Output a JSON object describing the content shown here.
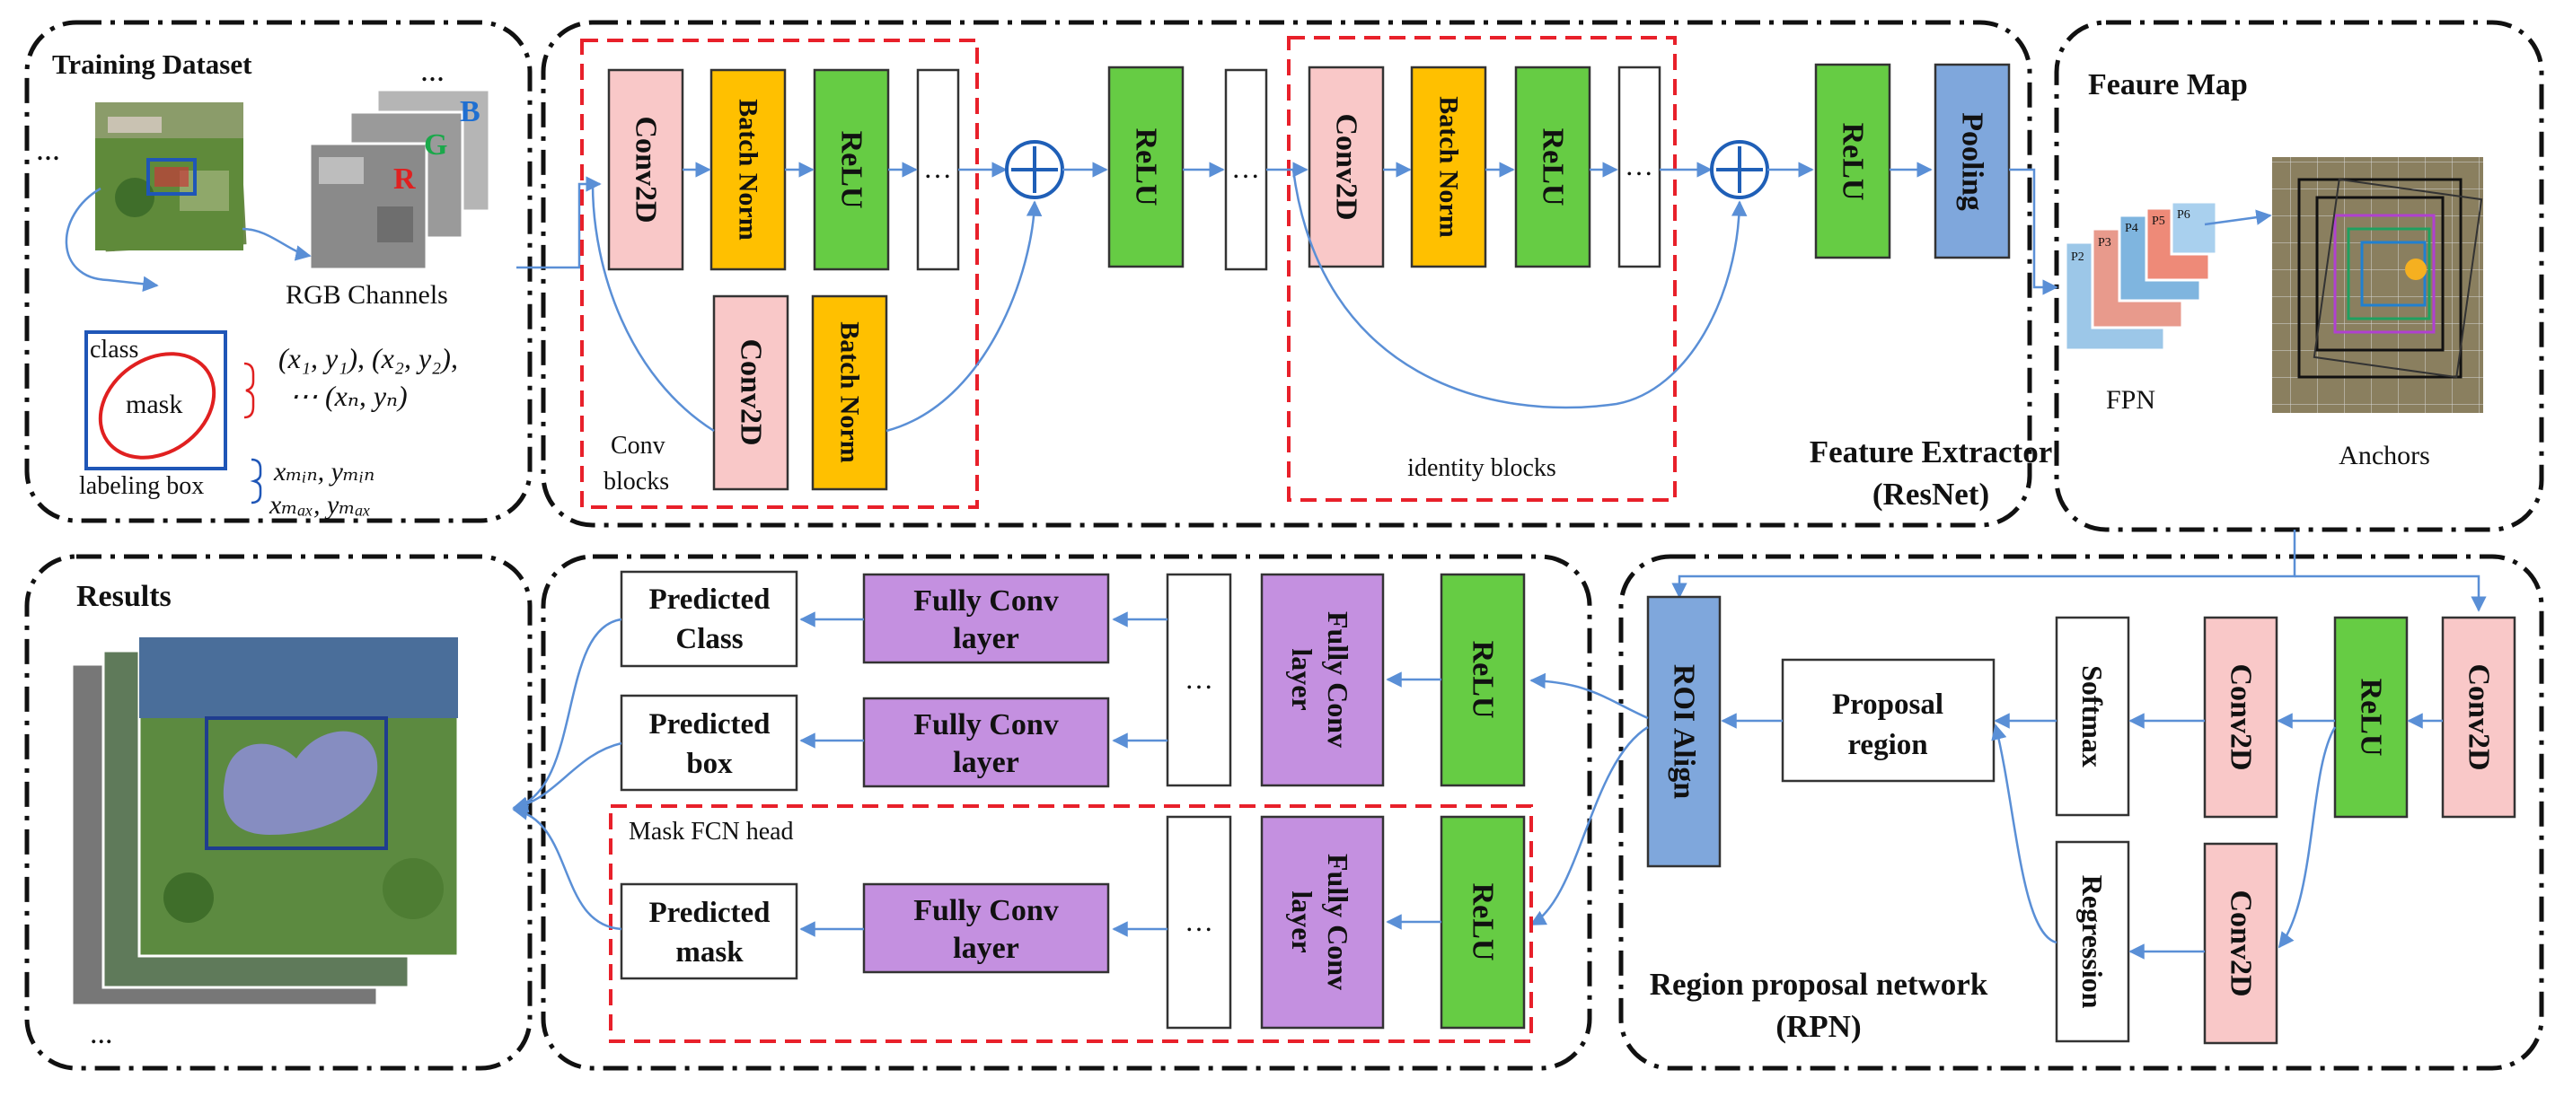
{
  "panels": {
    "training_dataset": "Training Dataset",
    "feature_map": "Feaure Map",
    "results": "Results",
    "feature_extractor": "Feature Extractor",
    "feature_extractor_sub": "(ResNet)",
    "rpn": "Region proposal network",
    "rpn_sub": "(RPN)"
  },
  "dataset": {
    "ellipsis_top": "...",
    "ellipsis_left": "...",
    "channel_r": "R",
    "channel_g": "G",
    "channel_b": "B",
    "rgb_channels": "RGB Channels",
    "class": "class",
    "mask": "mask",
    "labeling_box": "labeling box",
    "mask_coords_line1": "(x₁, y₁), (x₂, y₂),",
    "mask_coords_line2": "⋯ (xₙ, yₙ)",
    "box_coords_line1": "xₘᵢₙ, yₘᵢₙ",
    "box_coords_line2": "xₘₐₓ, yₘₐₓ"
  },
  "extractor": {
    "conv2d": "Conv2D",
    "batch_norm": "Batch Norm",
    "relu": "ReLU",
    "pooling": "Pooling",
    "ellipsis": "…",
    "conv_blocks": "Conv\nblocks",
    "identity_blocks": "identity blocks"
  },
  "feature_map": {
    "fpn": "FPN",
    "anchors": "Anchors",
    "pyramid_levels": [
      "P2",
      "P3",
      "P4",
      "P5",
      "P6"
    ]
  },
  "rpn": {
    "conv2d": "Conv2D",
    "relu": "ReLU",
    "softmax": "Softmax",
    "regression": "Regression",
    "proposal_line1": "Proposal",
    "proposal_line2": "region",
    "roi_align": "ROI Align"
  },
  "heads": {
    "relu": "ReLU",
    "fully_conv_rot_line1": "Fully Conv",
    "fully_conv_rot_line2": "layer",
    "fully_conv_line1": "Fully Conv",
    "fully_conv_line2": "layer",
    "ellipsis": "…",
    "predicted_class_line1": "Predicted",
    "predicted_class_line2": "Class",
    "predicted_box_line1": "Predicted",
    "predicted_box_line2": "box",
    "predicted_mask_line1": "Predicted",
    "predicted_mask_line2": "mask",
    "mask_fcn_head": "Mask FCN head"
  },
  "results": {
    "ellipsis": "..."
  },
  "colors": {
    "conv": "#f9c8c8",
    "batch_norm": "#ffc000",
    "relu": "#66cc44",
    "pooling": "#7fa7dc",
    "fully_conv": "#c490e0",
    "roi_align": "#7fa7dc",
    "arrow": "#5a8fd6",
    "red_dash": "#e8202a"
  }
}
